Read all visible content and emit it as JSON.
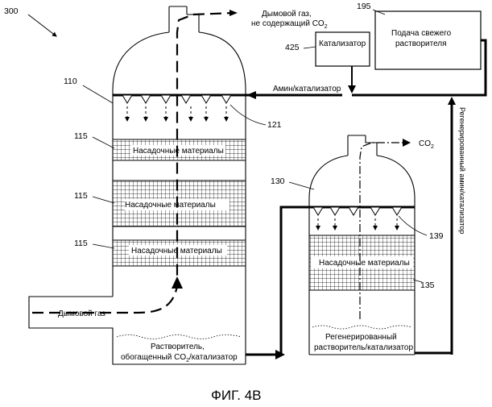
{
  "figure": {
    "ref_main": "300",
    "caption": "ФИГ. 4В"
  },
  "refs": {
    "absorber": "110",
    "packing1": "115",
    "packing2": "115",
    "packing3": "115",
    "nozzles_left": "121",
    "regenerator": "130",
    "nozzles_right": "139",
    "packing_right": "135",
    "catalyst": "425",
    "fresh_solvent": "195"
  },
  "labels": {
    "flue_gas_free_line1": "Дымовой газ,",
    "flue_gas_free_line2": "не содержащий CO",
    "flue_gas_free_sub": "2",
    "fresh_solvent_line1": "Подача свежего",
    "fresh_solvent_line2": "растворителя",
    "catalyst": "Катализатор",
    "amine_catalyst": "Амин/катализатор",
    "packing1": "Насадочные материалы",
    "packing2": "Насадочные материалы",
    "packing3": "Насадочные материалы",
    "packing_right": "Насадочные материалы",
    "co2": "CO",
    "co2_sub": "2",
    "regen_amine_vertical": "Регенерированный амин/катализатор",
    "flue_gas_in": "Дымовой газ",
    "rich_solvent_line1": "Растворитель,",
    "rich_solvent_line2_a": "обогащенный CO",
    "rich_solvent_line2_sub": "2",
    "rich_solvent_line2_b": "/катализатор",
    "regen_solvent_line1": "Регенерированный",
    "regen_solvent_line2": "растворитель/катализатор"
  }
}
